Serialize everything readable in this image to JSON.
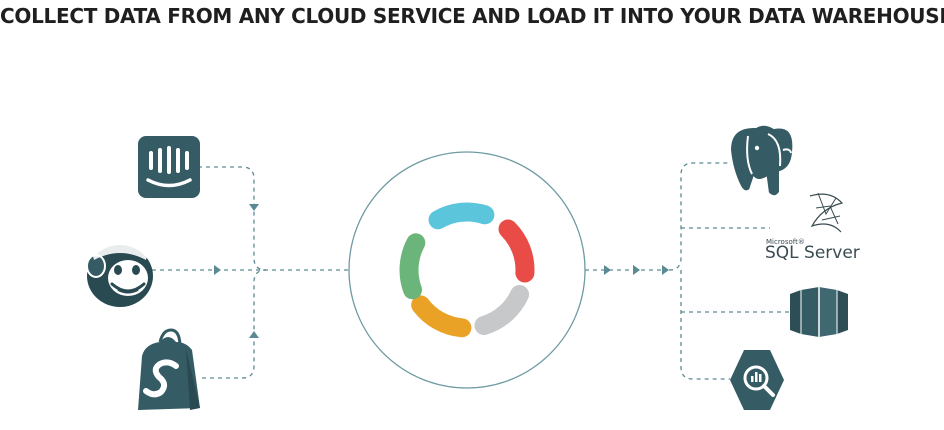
{
  "header": {
    "title": "COLLECT DATA FROM ANY CLOUD SERVICE AND LOAD IT INTO YOUR DATA WAREHOUSE"
  },
  "sources": [
    {
      "icon": "intercom-icon"
    },
    {
      "icon": "mailchimp-icon"
    },
    {
      "icon": "shopify-icon"
    }
  ],
  "hub": {
    "icon": "hub-ring-logo",
    "segment_colors": [
      "#5bc6db",
      "#e94c47",
      "#c7c8ca",
      "#e9a226",
      "#6cb57a"
    ]
  },
  "destinations": [
    {
      "icon": "postgresql-icon"
    },
    {
      "icon": "sql-server-icon",
      "label_small": "Microsoft®",
      "label_large": "SQL Server"
    },
    {
      "icon": "amazon-redshift-icon"
    },
    {
      "icon": "google-bigquery-icon"
    }
  ],
  "colors": {
    "connector": "#5a8a93",
    "brand": "#355b64",
    "hub_border": "#6e9aa2"
  }
}
